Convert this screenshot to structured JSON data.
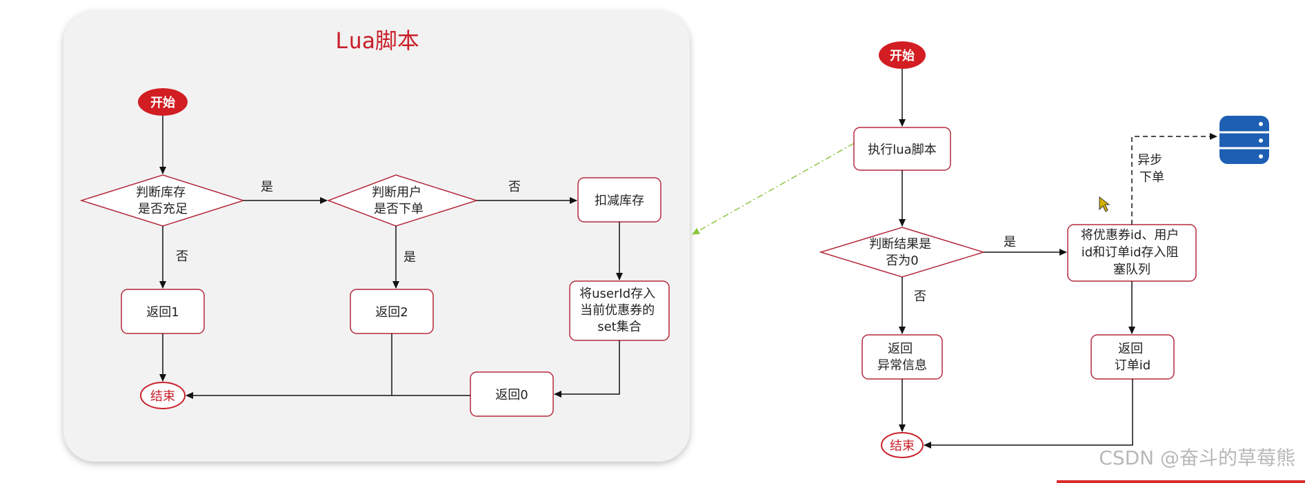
{
  "panel_title": "Lua脚本",
  "left_flow": {
    "start": "开始",
    "check_stock": [
      "判断库存",
      "是否充足"
    ],
    "check_user": [
      "判断用户",
      "是否下单"
    ],
    "deduct_stock": "扣减库存",
    "save_user": [
      "将userId存入",
      "当前优惠券的",
      "set集合"
    ],
    "return_1": "返回1",
    "return_2": "返回2",
    "return_0": "返回0",
    "end": "结束",
    "label_yes_1": "是",
    "label_no_1": "否",
    "label_no_2": "否",
    "label_yes_2": "是"
  },
  "right_flow": {
    "start": "开始",
    "exec_lua": "执行lua脚本",
    "check_result": [
      "判断结果是",
      "否为0"
    ],
    "enqueue": [
      "将优惠券id、用户",
      "id和订单id存入阻",
      "塞队列"
    ],
    "return_error": [
      "返回",
      "异常信息"
    ],
    "return_order": [
      "返回",
      "订单id"
    ],
    "end": "结束",
    "label_yes": "是",
    "label_no": "否",
    "async_label": [
      "异步",
      "下单"
    ]
  },
  "icons": {
    "database": "database-icon",
    "cursor": "cursor-icon"
  },
  "watermark": "CSDN @奋斗的草莓熊",
  "colors": {
    "accent": "#c8202a",
    "panel": "#f2f2f2",
    "box_border": "#b4283a",
    "db": "#1e5fb4",
    "dashed_link": "#8cc63f"
  }
}
